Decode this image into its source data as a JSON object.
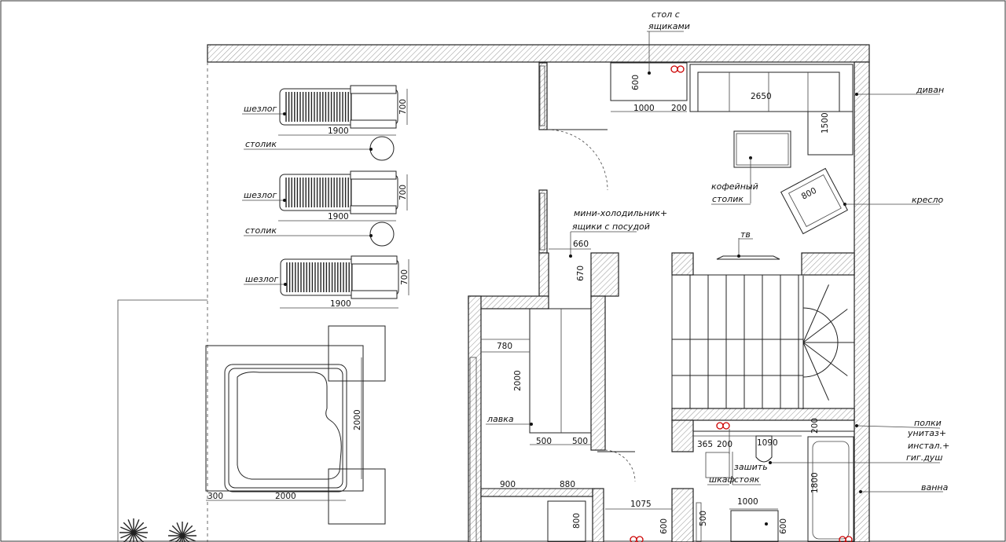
{
  "labels": {
    "desk_l1": "стол с",
    "desk_l2": "ящиками",
    "sofa": "диван",
    "lounger1": "шезлог",
    "lounger2": "шезлог",
    "lounger3": "шезлог",
    "table1": "столик",
    "table2": "столик",
    "coffee_l1": "кофейный",
    "coffee_l2": "столик",
    "armchair": "кресло",
    "fridge_l1": "мини-холодильник+",
    "fridge_l2": "ящики с посудой",
    "tv": "тв",
    "bench": "лавка",
    "shelves": "полки",
    "toilet_l1": "унитаз+",
    "toilet_l2": "инстал.+",
    "toilet_l3": "гиг.душ",
    "stoyak_l1": "зашить",
    "stoyak_l2": "стояк",
    "wardrobe": "шкаф",
    "bath": "ванна"
  },
  "dims": {
    "d600a": "600",
    "d1000a": "1000",
    "d200a": "200",
    "d2650": "2650",
    "d1500": "1500",
    "d700a": "700",
    "d1900a": "1900",
    "d700b": "700",
    "d1900b": "1900",
    "d700c": "700",
    "d1900c": "1900",
    "d800a": "800",
    "d660": "660",
    "d670": "670",
    "d780": "780",
    "d2000a": "2000",
    "d500a": "500",
    "d500b": "500",
    "d900": "900",
    "d880": "880",
    "d800b": "800",
    "d1075": "1075",
    "d600b": "600",
    "d500c": "500",
    "d1000b": "1000",
    "d600c": "600",
    "d365": "365",
    "d200b": "200",
    "d1090": "1090",
    "d200c": "200",
    "d1800": "1800",
    "d300": "300",
    "d2000b": "2000",
    "d2000c": "2000"
  }
}
